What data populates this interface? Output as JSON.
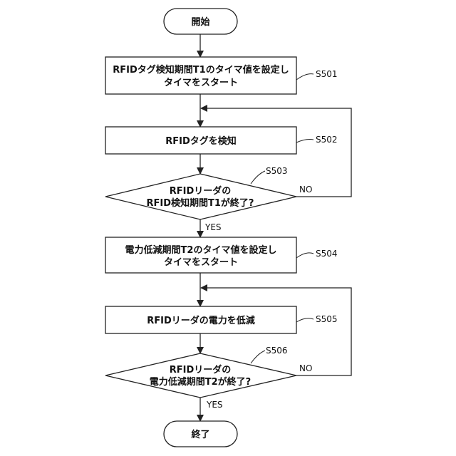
{
  "flowchart": {
    "start": "開始",
    "end": "終了",
    "steps": [
      {
        "id": "S501",
        "lines": [
          "RFIDタグ検知期間T1のタイマ値を設定し",
          "タイマをスタート"
        ]
      },
      {
        "id": "S502",
        "lines": [
          "RFIDタグを検知"
        ]
      },
      {
        "id": "S503",
        "lines": [
          "RFIDリーダの",
          "RFID検知期間T1が終了?"
        ]
      },
      {
        "id": "S504",
        "lines": [
          "電力低減期間T2のタイマ値を設定し",
          "タイマをスタート"
        ]
      },
      {
        "id": "S505",
        "lines": [
          "RFIDリーダの電力を低減"
        ]
      },
      {
        "id": "S506",
        "lines": [
          "RFIDリーダの",
          "電力低減期間T2が終了?"
        ]
      }
    ],
    "branches": {
      "yes": "YES",
      "no": "NO"
    }
  }
}
